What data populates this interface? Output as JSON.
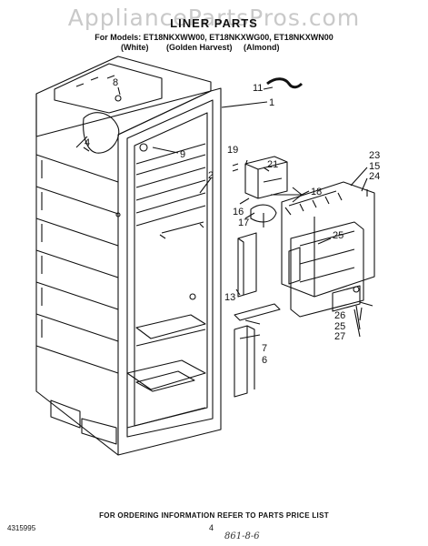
{
  "watermark": "AppliancePartsPros.com",
  "header": {
    "title": "LINER PARTS",
    "models": "For Models: ET18NKXWW00, ET18NKXWG00, ET18NKXWN00",
    "colors": [
      "(White)",
      "(Golden Harvest)",
      "(Almond)"
    ]
  },
  "callouts": {
    "c1": "1",
    "c2": "2",
    "c4": "4",
    "c6": "6",
    "c7": "7",
    "c8": "8",
    "c9": "9",
    "c11": "11",
    "c13": "13",
    "c15": "15",
    "c16": "16",
    "c17": "17",
    "c18": "18",
    "c19": "19",
    "c21": "21",
    "c23": "23",
    "c24": "24",
    "c25a": "25",
    "c25b": "25",
    "c26": "26",
    "c27": "27"
  },
  "footer": {
    "ordering_note": "FOR ORDERING INFORMATION REFER TO PARTS PRICE LIST",
    "doc_number": "4315995",
    "page_number": "4",
    "handwritten": "861-8-6"
  }
}
